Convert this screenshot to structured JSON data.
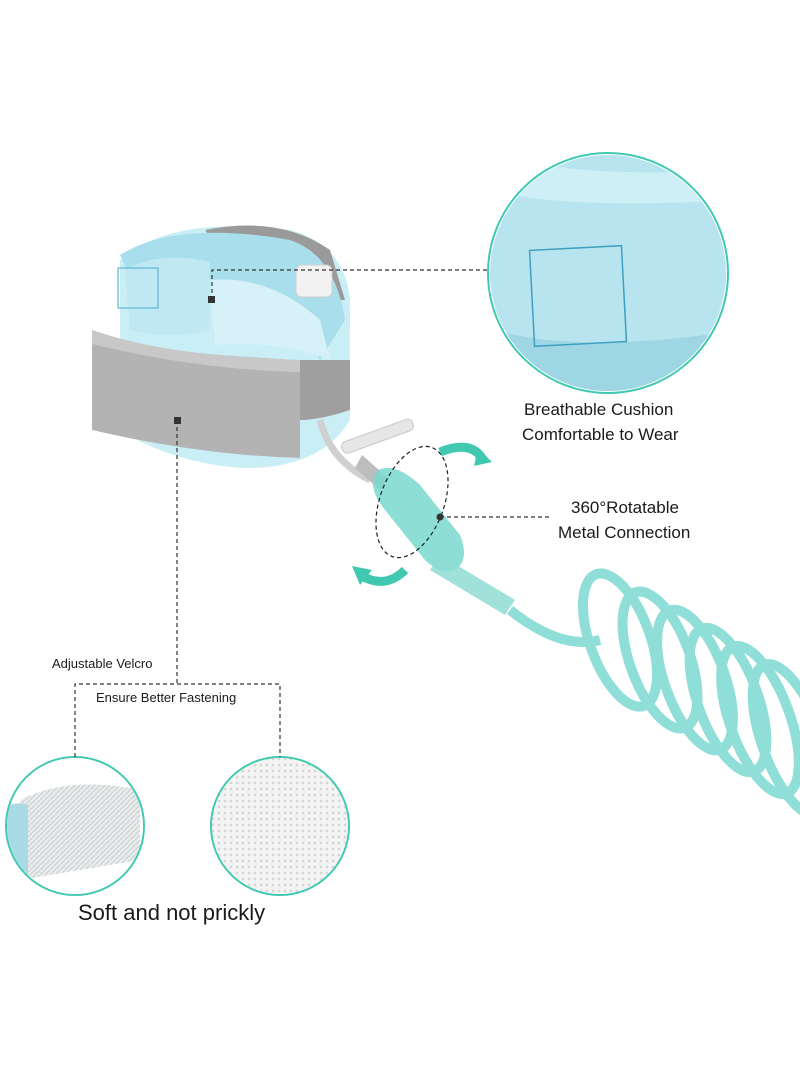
{
  "labels": {
    "cushion_line1": "Breathable Cushion",
    "cushion_line2": "Comfortable to Wear",
    "rotation_line1": "360°Rotatable",
    "rotation_line2": "Metal Connection",
    "velcro_line1": "Adjustable Velcro",
    "velcro_line2": "Ensure Better Fastening",
    "soft": "Soft and not prickly"
  },
  "colors": {
    "accent_teal": "#40c9b0",
    "cushion_blue": "#b8e4ee",
    "strap_gray": "#b5b5b5",
    "cord_teal": "#8fded8",
    "dash": "#333333"
  }
}
